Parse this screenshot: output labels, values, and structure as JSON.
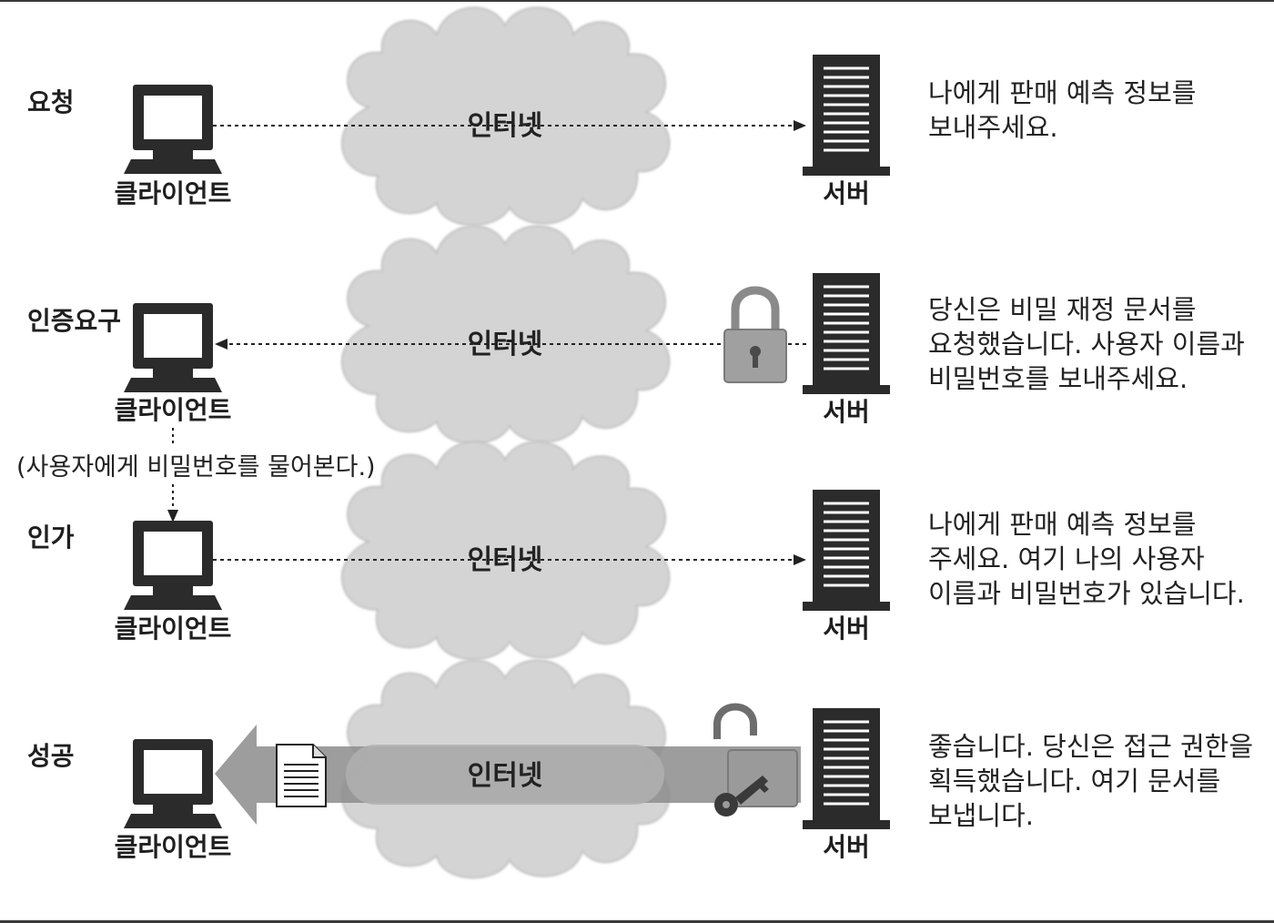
{
  "colors": {
    "cloud_fill": "#d4d4d4",
    "cloud_stroke": "#bdbdbd",
    "icon_dark": "#2b2b2b",
    "screen": "#ffffff",
    "lock_fill": "#9a9a9a",
    "band_fill": "#8c8c8c",
    "text": "#1f1f1f"
  },
  "cloud_label": "인터넷",
  "client_label": "클라이언트",
  "server_label": "서버",
  "steps": [
    {
      "label": "요청",
      "message": [
        "나에게 판매 예측 정보를",
        "보내주세요."
      ]
    },
    {
      "label": "인증요구",
      "message": [
        "당신은 비밀 재정 문서를",
        "요청했습니다. 사용자 이름과",
        "비밀번호를 보내주세요."
      ]
    },
    {
      "label": "인가",
      "message": [
        "나에게 판매 예측 정보를",
        "주세요. 여기 나의 사용자",
        "이름과 비밀번호가 있습니다."
      ]
    },
    {
      "label": "성공",
      "message": [
        "좋습니다. 당신은 접근 권한을",
        "획득했습니다. 여기 문서를",
        "보냅니다."
      ]
    }
  ],
  "user_prompt_note": "(사용자에게 비밀번호를 물어본다.)"
}
